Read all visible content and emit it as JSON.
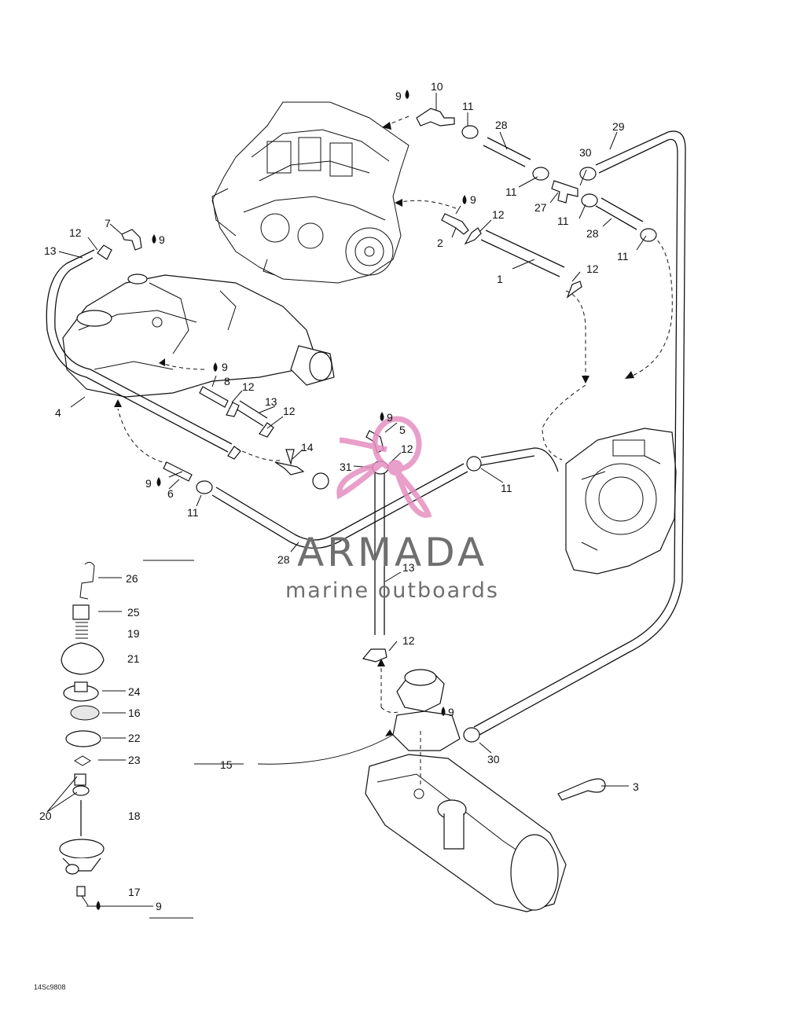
{
  "callouts": [
    {
      "id": "c-10",
      "text": "10"
    },
    {
      "id": "c-9a",
      "text": "9"
    },
    {
      "id": "c-11a",
      "text": "11"
    },
    {
      "id": "c-28a",
      "text": "28"
    },
    {
      "id": "c-29",
      "text": "29"
    },
    {
      "id": "c-30a",
      "text": "30"
    },
    {
      "id": "c-11b",
      "text": "11"
    },
    {
      "id": "c-27",
      "text": "27"
    },
    {
      "id": "c-11c",
      "text": "11"
    },
    {
      "id": "c-28b",
      "text": "28"
    },
    {
      "id": "c-11d",
      "text": "11"
    },
    {
      "id": "c-9b",
      "text": "9"
    },
    {
      "id": "c-12a",
      "text": "12"
    },
    {
      "id": "c-2",
      "text": "2"
    },
    {
      "id": "c-1",
      "text": "1"
    },
    {
      "id": "c-12b",
      "text": "12"
    },
    {
      "id": "c-7",
      "text": "7"
    },
    {
      "id": "c-12c",
      "text": "12"
    },
    {
      "id": "c-9c",
      "text": "9"
    },
    {
      "id": "c-13a",
      "text": "13"
    },
    {
      "id": "c-9d",
      "text": "9"
    },
    {
      "id": "c-8",
      "text": "8"
    },
    {
      "id": "c-12d",
      "text": "12"
    },
    {
      "id": "c-13b",
      "text": "13"
    },
    {
      "id": "c-12e",
      "text": "12"
    },
    {
      "id": "c-4",
      "text": "4"
    },
    {
      "id": "c-9e",
      "text": "9"
    },
    {
      "id": "c-5",
      "text": "5"
    },
    {
      "id": "c-14",
      "text": "14"
    },
    {
      "id": "c-12f",
      "text": "12"
    },
    {
      "id": "c-31",
      "text": "31"
    },
    {
      "id": "c-9f",
      "text": "9"
    },
    {
      "id": "c-6",
      "text": "6"
    },
    {
      "id": "c-11e",
      "text": "11"
    },
    {
      "id": "c-11f",
      "text": "11"
    },
    {
      "id": "c-28c",
      "text": "28"
    },
    {
      "id": "c-13c",
      "text": "13"
    },
    {
      "id": "c-26",
      "text": "26"
    },
    {
      "id": "c-25",
      "text": "25"
    },
    {
      "id": "c-19",
      "text": "19"
    },
    {
      "id": "c-21",
      "text": "21"
    },
    {
      "id": "c-24",
      "text": "24"
    },
    {
      "id": "c-16",
      "text": "16"
    },
    {
      "id": "c-22",
      "text": "22"
    },
    {
      "id": "c-23",
      "text": "23"
    },
    {
      "id": "c-15",
      "text": "15"
    },
    {
      "id": "c-20",
      "text": "20"
    },
    {
      "id": "c-18",
      "text": "18"
    },
    {
      "id": "c-17",
      "text": "17"
    },
    {
      "id": "c-9g",
      "text": "9"
    },
    {
      "id": "c-12g",
      "text": "12"
    },
    {
      "id": "c-9h",
      "text": "9"
    },
    {
      "id": "c-30b",
      "text": "30"
    },
    {
      "id": "c-3",
      "text": "3"
    }
  ],
  "watermark": {
    "brand": "ARMADA",
    "tagline": "marine outboards"
  },
  "drawing_code": "14Sc9808",
  "colors": {
    "line": "#111111",
    "logo_pink": "#e58fc0",
    "watermark_gray": "#6f6f6f"
  }
}
